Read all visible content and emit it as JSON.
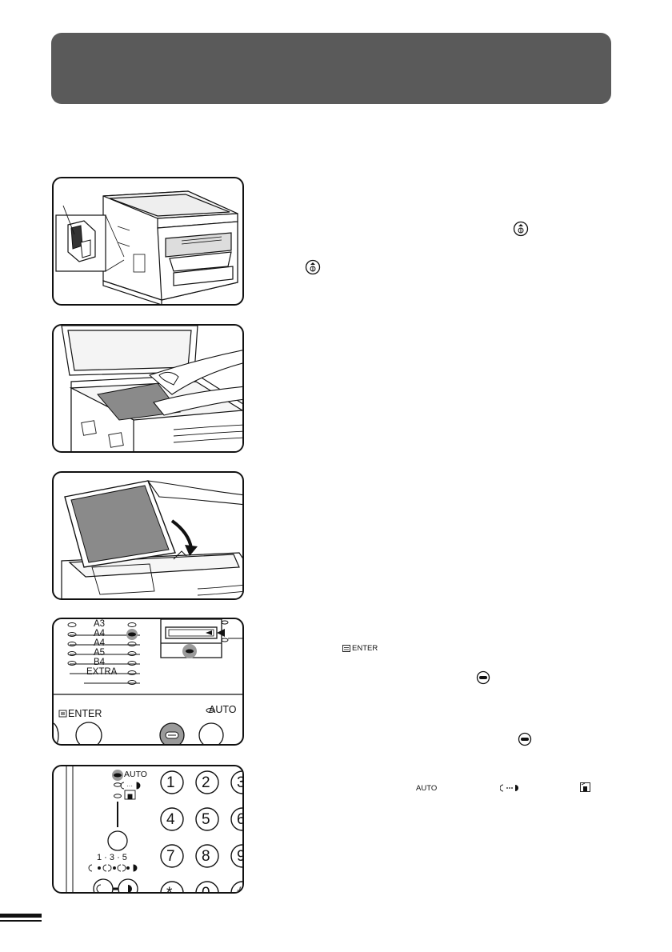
{
  "page": {
    "header_banner": {
      "title": ""
    }
  },
  "steps": {
    "step1": {
      "start_icon_label": "start-key"
    },
    "step4": {
      "size_list": [
        "A3",
        "A4",
        "A4",
        "A5",
        "B4",
        "EXTRA"
      ],
      "enter_label": "ENTER",
      "auto_label": "AUTO",
      "inline_enter": "ENTER"
    },
    "step5": {
      "auto_label": "AUTO",
      "keys": [
        "1",
        "2",
        "3",
        "4",
        "5",
        "6",
        "7",
        "8",
        "9",
        "*",
        "0",
        "#"
      ],
      "scale_label": "1 · 3 · 5",
      "inline_auto": "AUTO"
    }
  },
  "colors": {
    "banner": "#5a5a5a",
    "highlight": "#9a9a9a",
    "line": "#111111"
  }
}
